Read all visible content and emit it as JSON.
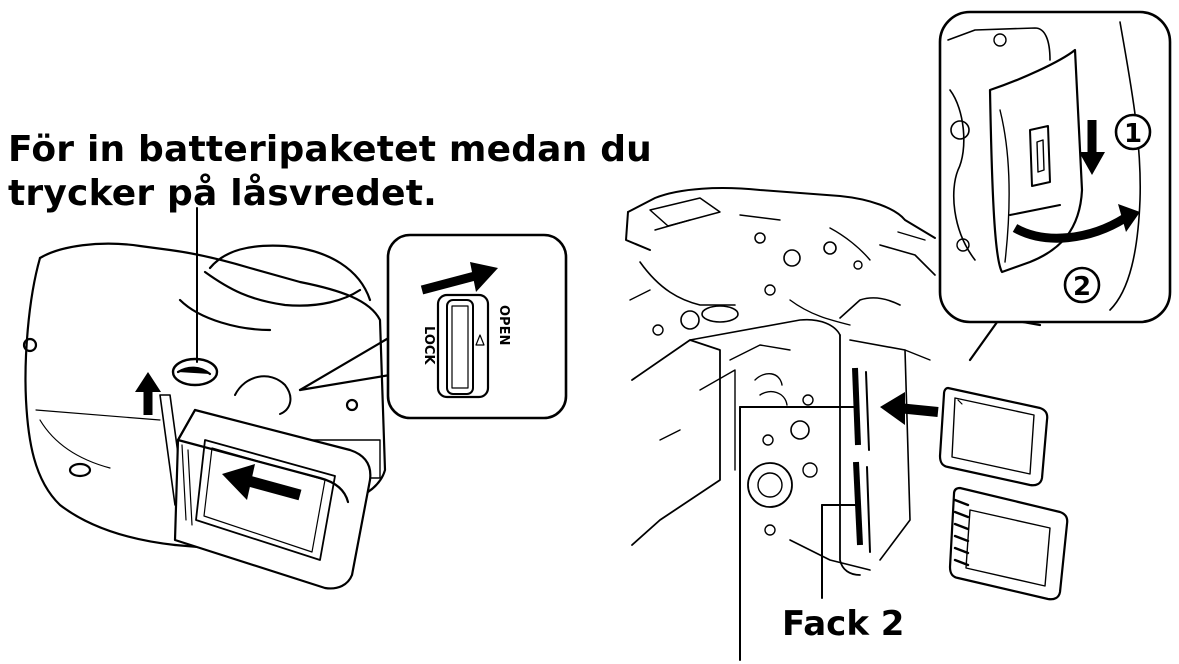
{
  "battery_panel": {
    "caption_line1": "För in batteripaketet medan du",
    "caption_line2": "trycker på låsvredet.",
    "switch_label_lock": "LOCK",
    "switch_label_open": "OPEN"
  },
  "card_panel": {
    "step_1": "1",
    "step_2": "2",
    "slot_2_label": "Fack 2"
  }
}
